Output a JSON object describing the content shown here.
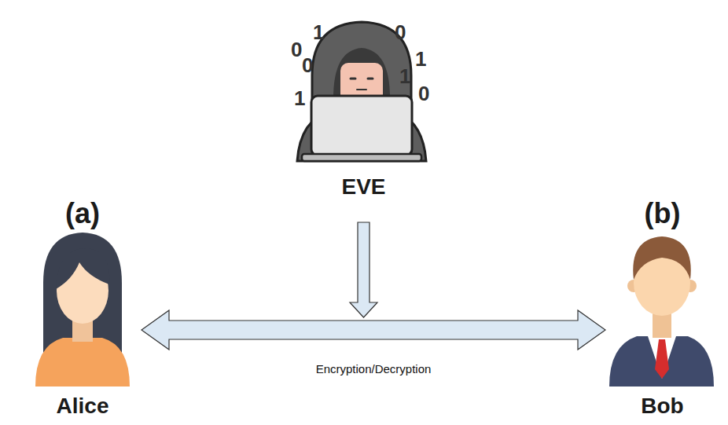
{
  "diagram": {
    "nodes": [
      {
        "text": [
          "EVE"
        ]
      },
      {
        "text": [
          "(a)",
          "Alice"
        ]
      },
      {
        "text": [
          "(b)",
          "Bob"
        ]
      }
    ],
    "edges": [
      {
        "from": 1,
        "to": 2,
        "label": "Encryption/Decryption",
        "arrow": "both"
      }
    ],
    "labels": [
      "0",
      "1",
      "0",
      "1",
      "0",
      "1",
      "1",
      "0"
    ]
  }
}
